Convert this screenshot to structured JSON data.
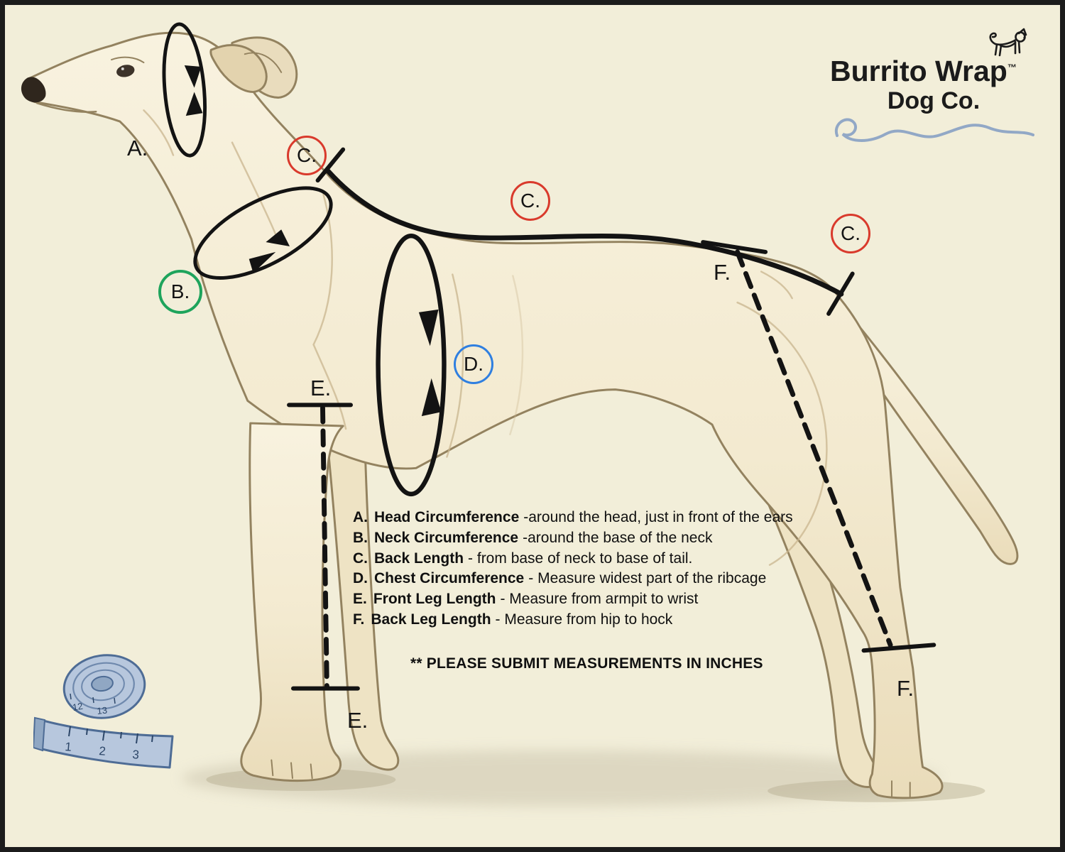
{
  "page": {
    "background": "#f2eed9",
    "border_color": "#1c1c1c"
  },
  "logo": {
    "line1": "Burrito Wrap",
    "tm": "™",
    "line2": "Dog Co.",
    "ink": "#1b1b1b",
    "leash_color": "#92a8c6"
  },
  "markers": {
    "a": "A.",
    "b": "B.",
    "c": "C.",
    "d": "D.",
    "e": "E.",
    "f": "F.",
    "colors": {
      "b_ring": "#1ea45c",
      "c_ring": "#d93a2c",
      "d_ring": "#2f7fe0",
      "ink": "#141414"
    }
  },
  "legend": {
    "items": [
      {
        "key": "A.",
        "term": "Head Circumference",
        "desc": "-around the head, just in front of the ears"
      },
      {
        "key": "B.",
        "term": "Neck Circumference",
        "desc": "-around the base of the neck"
      },
      {
        "key": "C.",
        "term": "Back Length",
        "desc": "- from base of neck to base of tail."
      },
      {
        "key": "D.",
        "term": "Chest Circumference",
        "desc": "- Measure widest part of the ribcage"
      },
      {
        "key": "E.",
        "term": "Front Leg Length",
        "desc": "- Measure from armpit to wrist"
      },
      {
        "key": "F.",
        "term": "Back Leg Length",
        "desc": "- Measure from hip to hock"
      }
    ],
    "note": "** PLEASE SUBMIT MEASUREMENTS IN INCHES"
  },
  "tape": {
    "coil_numbers": [
      "12",
      "13"
    ],
    "strip_numbers": [
      "1",
      "2",
      "3"
    ],
    "color": "#b7c7dd",
    "outline_color": "#4e6c95"
  }
}
